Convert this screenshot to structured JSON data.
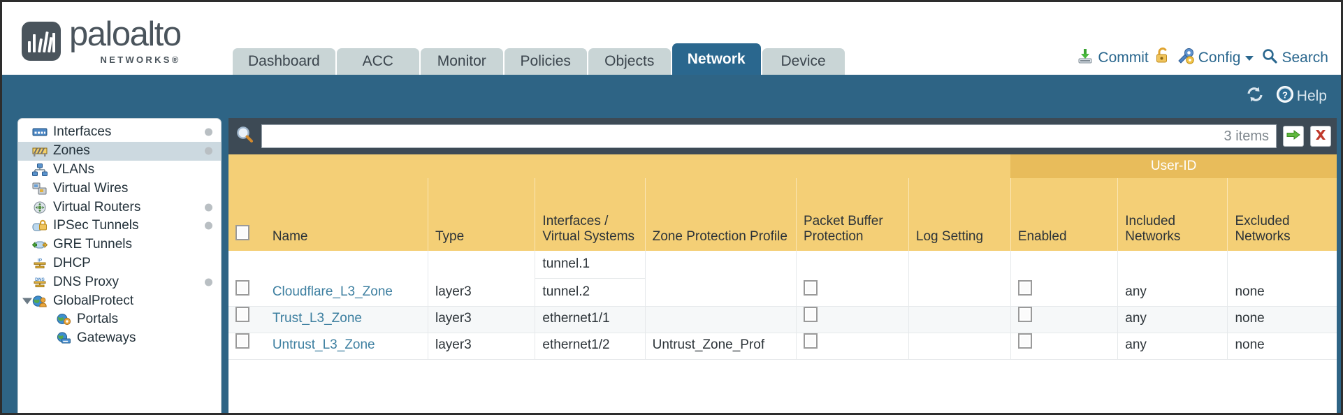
{
  "brand": {
    "name": "paloalto",
    "sub": "NETWORKS®"
  },
  "nav": {
    "tabs": [
      {
        "label": "Dashboard",
        "active": false
      },
      {
        "label": "ACC",
        "active": false
      },
      {
        "label": "Monitor",
        "active": false
      },
      {
        "label": "Policies",
        "active": false
      },
      {
        "label": "Objects",
        "active": false
      },
      {
        "label": "Network",
        "active": true
      },
      {
        "label": "Device",
        "active": false
      }
    ]
  },
  "toolbar": {
    "commit_label": "Commit",
    "commit_icon": "commit-download-icon",
    "lock_icon": "unlocked-padlock-icon",
    "config_label": "Config",
    "config_icon": "config-wrench-icon",
    "config_caret": "chevron-down-icon",
    "search_label": "Search",
    "search_icon": "search-icon"
  },
  "statusbar": {
    "refresh_icon": "refresh-icon",
    "help_label": "Help",
    "help_icon": "help-question-icon"
  },
  "sidebar": {
    "items": [
      {
        "label": "Interfaces",
        "icon": "interfaces-icon",
        "selected": false,
        "dot": true,
        "child": false,
        "caret": false
      },
      {
        "label": "Zones",
        "icon": "zones-icon",
        "selected": true,
        "dot": true,
        "child": false,
        "caret": false
      },
      {
        "label": "VLANs",
        "icon": "vlans-icon",
        "selected": false,
        "dot": false,
        "child": false,
        "caret": false
      },
      {
        "label": "Virtual Wires",
        "icon": "virtual-wires-icon",
        "selected": false,
        "dot": false,
        "child": false,
        "caret": false
      },
      {
        "label": "Virtual Routers",
        "icon": "virtual-routers-icon",
        "selected": false,
        "dot": true,
        "child": false,
        "caret": false
      },
      {
        "label": "IPSec Tunnels",
        "icon": "ipsec-tunnels-icon",
        "selected": false,
        "dot": true,
        "child": false,
        "caret": false
      },
      {
        "label": "GRE Tunnels",
        "icon": "gre-tunnels-icon",
        "selected": false,
        "dot": false,
        "child": false,
        "caret": false
      },
      {
        "label": "DHCP",
        "icon": "dhcp-icon",
        "selected": false,
        "dot": false,
        "child": false,
        "caret": false
      },
      {
        "label": "DNS Proxy",
        "icon": "dns-proxy-icon",
        "selected": false,
        "dot": true,
        "child": false,
        "caret": false
      },
      {
        "label": "GlobalProtect",
        "icon": "globalprotect-icon",
        "selected": false,
        "dot": false,
        "child": false,
        "caret": true
      },
      {
        "label": "Portals",
        "icon": "portals-icon",
        "selected": false,
        "dot": false,
        "child": true,
        "caret": false
      },
      {
        "label": "Gateways",
        "icon": "gateways-icon",
        "selected": false,
        "dot": false,
        "child": true,
        "caret": false
      }
    ]
  },
  "filter": {
    "value": "",
    "placeholder": "",
    "item_count": "3 items",
    "apply_icon": "green-arrow-apply-icon",
    "clear_icon": "red-x-clear-icon",
    "search_icon": "search-icon"
  },
  "table": {
    "group_header": "User-ID",
    "columns": [
      "Name",
      "Type",
      "Interfaces / Virtual Systems",
      "Zone Protection Profile",
      "Packet Buffer Protection",
      "Log Setting",
      "Enabled",
      "Included Networks",
      "Excluded Networks"
    ],
    "rows": [
      {
        "selected": false,
        "name": "Cloudflare_L3_Zone",
        "type": "layer3",
        "interfaces": [
          "tunnel.1",
          "tunnel.2"
        ],
        "zone_protection_profile": "",
        "packet_buffer_protection": false,
        "log_setting": "",
        "userid_enabled": false,
        "included_networks": "any",
        "excluded_networks": "none"
      },
      {
        "selected": false,
        "name": "Trust_L3_Zone",
        "type": "layer3",
        "interfaces": [
          "ethernet1/1"
        ],
        "zone_protection_profile": "",
        "packet_buffer_protection": false,
        "log_setting": "",
        "userid_enabled": false,
        "included_networks": "any",
        "excluded_networks": "none"
      },
      {
        "selected": false,
        "name": "Untrust_L3_Zone",
        "type": "layer3",
        "interfaces": [
          "ethernet1/2"
        ],
        "zone_protection_profile": "Untrust_Zone_Prof",
        "packet_buffer_protection": false,
        "log_setting": "",
        "userid_enabled": false,
        "included_networks": "any",
        "excluded_networks": "none"
      }
    ]
  },
  "colors": {
    "brand_blue": "#2a678e",
    "band_blue": "#2e6485",
    "header_gold": "#f4cf76",
    "group_gold": "#e8bc5b",
    "link_blue": "#3d7fa0"
  }
}
